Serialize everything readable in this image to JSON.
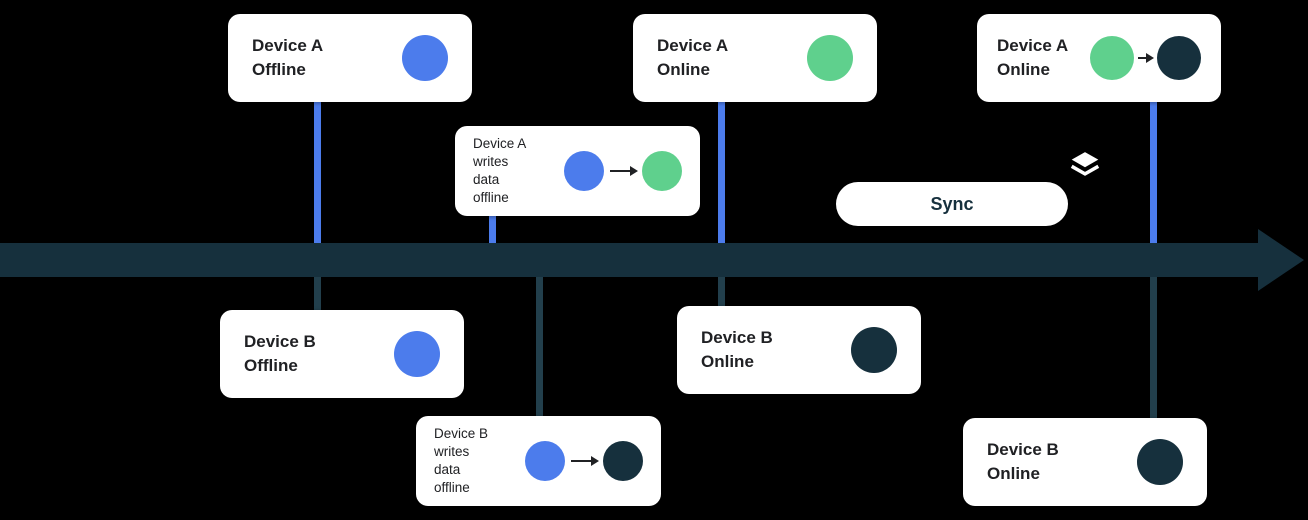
{
  "colors": {
    "background": "#000000",
    "card": "#ffffff",
    "text": "#202124",
    "blue": "#4c7cec",
    "green": "#5fd08d",
    "dark": "#16303d",
    "dark_line": "#223f4c",
    "white": "#ffffff"
  },
  "cards": {
    "a_offline": {
      "title": "Device A",
      "status": "Offline"
    },
    "a_writes": {
      "label": "Device A\nwrites\ndata\noffline"
    },
    "a_online_mid": {
      "title": "Device A",
      "status": "Online"
    },
    "a_online_right": {
      "title": "Device A",
      "status": "Online"
    },
    "b_offline": {
      "title": "Device B",
      "status": "Offline"
    },
    "b_writes": {
      "label": "Device B\nwrites\ndata\noffline"
    },
    "b_online_mid": {
      "title": "Device B",
      "status": "Online"
    },
    "b_online_right": {
      "title": "Device B",
      "status": "Online"
    }
  },
  "sync": {
    "label": "Sync"
  }
}
